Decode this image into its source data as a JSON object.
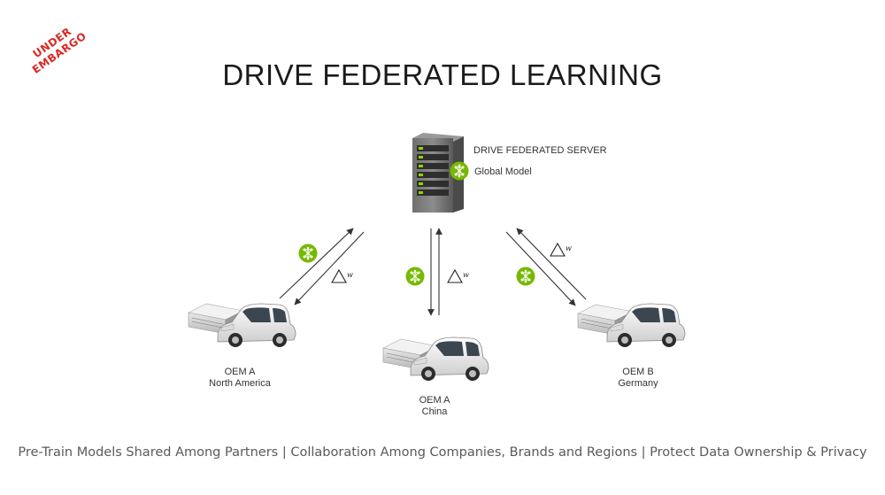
{
  "stamp": {
    "line1": "UNDER",
    "line2": "EMBARGO"
  },
  "title": "DRIVE FEDERATED LEARNING",
  "server": {
    "name": "DRIVE FEDERATED SERVER",
    "model": "Global Model"
  },
  "delta_label": "w",
  "nodes": [
    {
      "line1": "OEM A",
      "line2": "North America"
    },
    {
      "line1": "OEM A",
      "line2": "China"
    },
    {
      "line1": "OEM B",
      "line2": "Germany"
    }
  ],
  "footer": "Pre-Train Models Shared Among Partners | Collaboration Among Companies, Brands and Regions | Protect Data Ownership & Privacy",
  "colors": {
    "accent_green": "#76b900",
    "stamp_red": "#d92a25",
    "arrow": "#333333"
  },
  "icons": [
    "server-rack-icon",
    "neural-network-icon",
    "delta-icon",
    "car-icon",
    "server-box-icon"
  ]
}
